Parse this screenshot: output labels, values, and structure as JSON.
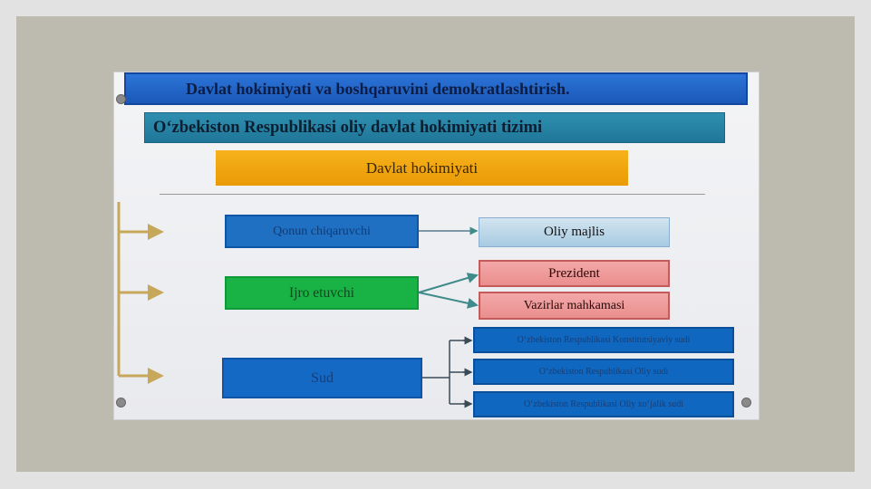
{
  "slide": {
    "title": "Davlat hokimiyati va boshqaruvini demokratlashtirish.",
    "subtitle": "O‘zbekiston Respublikasi oliy davlat hokimiyati tizimi",
    "root": "Davlat hokimiyati"
  },
  "branches": {
    "legislative": {
      "label": "Qonun chiqaruvchi",
      "bodies": [
        "Oliy majlis"
      ]
    },
    "executive": {
      "label": "Ijro etuvchi",
      "bodies": [
        "Prezident",
        "Vazirlar mahkamasi"
      ]
    },
    "judicial": {
      "label": "Sud",
      "bodies": [
        "O‘zbekiston Respublikasi Konstitutsiyaviy sudi",
        "O‘zbekiston Respublikasi Oliy sudi",
        "O‘zbekiston Respublikasi Oliy xo‘jalik sudi"
      ]
    }
  },
  "colors": {
    "title_bar": "#1f63c6",
    "subtitle_bar": "#2686a8",
    "root_box": "#f2a812",
    "legislative": "#1f6fc2",
    "executive": "#19b245",
    "judicial": "#1469c4",
    "oliy_majlis": "#b7d4e8",
    "executive_bodies": "#ee9a9a",
    "connector": "#c7a85a"
  }
}
